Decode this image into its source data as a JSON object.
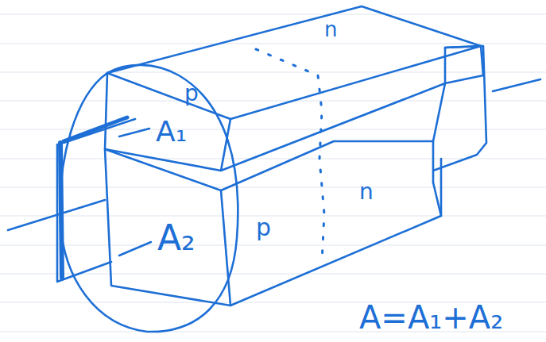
{
  "diagram": {
    "labels": [
      "n",
      "p",
      "A₁",
      "n",
      "A₂",
      "p",
      "A=A₁+A₂"
    ]
  }
}
